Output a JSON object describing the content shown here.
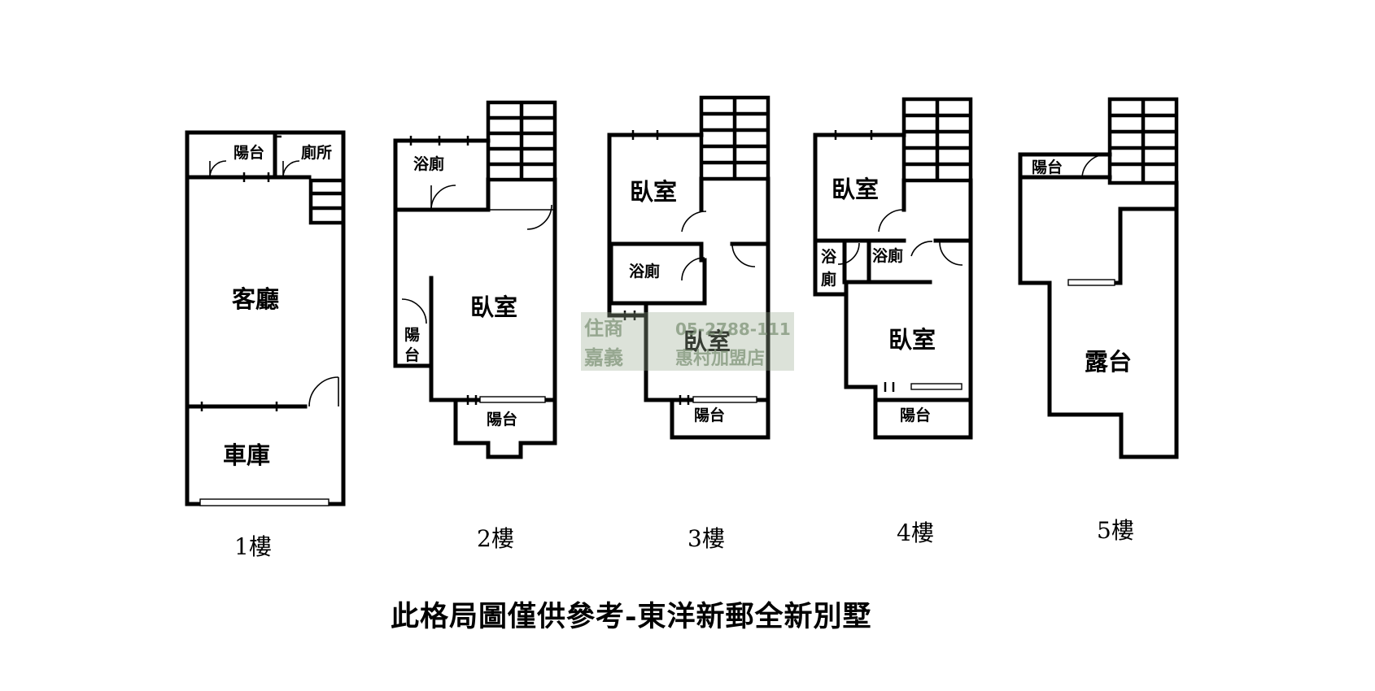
{
  "floors": [
    {
      "label": "1樓",
      "rooms": {
        "balcony": "陽台",
        "toilet": "廁所",
        "living_room": "客廳",
        "garage": "車庫"
      }
    },
    {
      "label": "2樓",
      "rooms": {
        "bathroom": "浴廁",
        "bedroom": "臥室",
        "side_balcony_top": "陽",
        "side_balcony_bottom": "台",
        "balcony": "陽台"
      }
    },
    {
      "label": "3樓",
      "rooms": {
        "bedroom_front": "臥室",
        "bathroom": "浴廁",
        "bedroom_back": "臥室",
        "balcony": "陽台"
      }
    },
    {
      "label": "4樓",
      "rooms": {
        "bedroom_front": "臥室",
        "bathroom_a_top": "浴",
        "bathroom_a_bottom": "廁",
        "bathroom_b": "浴廁",
        "bedroom_back": "臥室",
        "balcony": "陽台"
      }
    },
    {
      "label": "5樓",
      "rooms": {
        "balcony": "陽台",
        "terrace": "露台"
      }
    }
  ],
  "watermark": {
    "line1_left": "住商",
    "phone": "05-2788-111",
    "line2_left": "嘉義",
    "line2_right": "惠村加盟店"
  },
  "caption": "此格局圖僅供參考-東洋新郵全新別墅",
  "colors": {
    "ink": "#000000",
    "background": "#ffffff",
    "watermark": "#7f9478"
  }
}
